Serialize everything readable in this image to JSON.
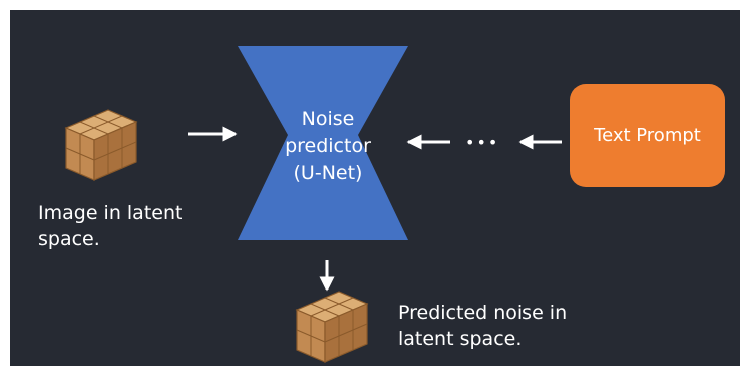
{
  "diagram": {
    "input": {
      "label_line1": "Image in latent",
      "label_line2": "space."
    },
    "noise_predictor": {
      "line1": "Noise",
      "line2": "predictor",
      "line3": "(U-Net)"
    },
    "prompt": {
      "label": "Text Prompt"
    },
    "ellipsis": "•••",
    "output": {
      "label_line1": "Predicted noise in",
      "label_line2": "latent space."
    },
    "colors": {
      "background": "#262a33",
      "unet_fill": "#4472c4",
      "prompt_fill": "#ee7d2f",
      "cube_fill": "#c8955a",
      "arrow": "#ffffff"
    },
    "icons": [
      "latent-cube-icon",
      "unet-hourglass-icon",
      "arrow-icon"
    ]
  }
}
